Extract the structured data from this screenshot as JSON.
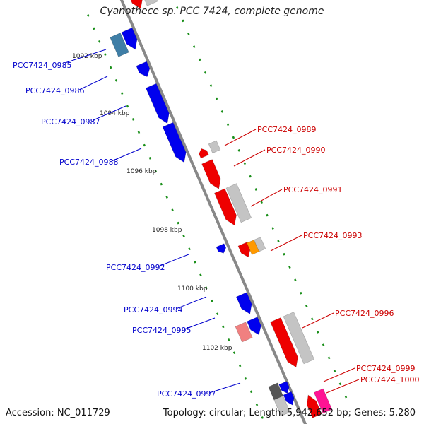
{
  "title": "Cyanothece sp. PCC 7424, complete genome",
  "footer": {
    "accession": "Accession: NC_011729",
    "summary": "Topology: circular; Length: 5,942,652 bp; Genes: 5,280"
  },
  "colors": {
    "backbone": "#888888",
    "tick": "#1a8f1a",
    "label_forward": "#0000cc",
    "label_reverse": "#cc0000",
    "blue": "#0000ee",
    "steel_blue": "#3f7ea6",
    "red": "#ee0000",
    "pink": "#f08080",
    "gray": "#c4c4c4",
    "dark_gray": "#555555",
    "orange": "#ff9900",
    "magenta": "#ff1493"
  },
  "scale_labels": [
    "1092 kbp",
    "1094 kbp",
    "1096 kbp",
    "1098 kbp",
    "1100 kbp",
    "1102 kbp"
  ],
  "gene_labels": [
    {
      "text": "PCC7424_0985",
      "strand": "forward"
    },
    {
      "text": "PCC7424_0986",
      "strand": "forward"
    },
    {
      "text": "PCC7424_0987",
      "strand": "forward"
    },
    {
      "text": "PCC7424_0988",
      "strand": "forward"
    },
    {
      "text": "PCC7424_0989",
      "strand": "reverse"
    },
    {
      "text": "PCC7424_0990",
      "strand": "reverse"
    },
    {
      "text": "PCC7424_0991",
      "strand": "reverse"
    },
    {
      "text": "PCC7424_0992",
      "strand": "forward"
    },
    {
      "text": "PCC7424_0993",
      "strand": "reverse"
    },
    {
      "text": "PCC7424_0994",
      "strand": "forward"
    },
    {
      "text": "PCC7424_0995",
      "strand": "forward"
    },
    {
      "text": "PCC7424_0996",
      "strand": "reverse"
    },
    {
      "text": "PCC7424_0997",
      "strand": "forward"
    },
    {
      "text": "PCC7424_0999",
      "strand": "reverse"
    },
    {
      "text": "PCC7424_1000",
      "strand": "reverse"
    }
  ]
}
